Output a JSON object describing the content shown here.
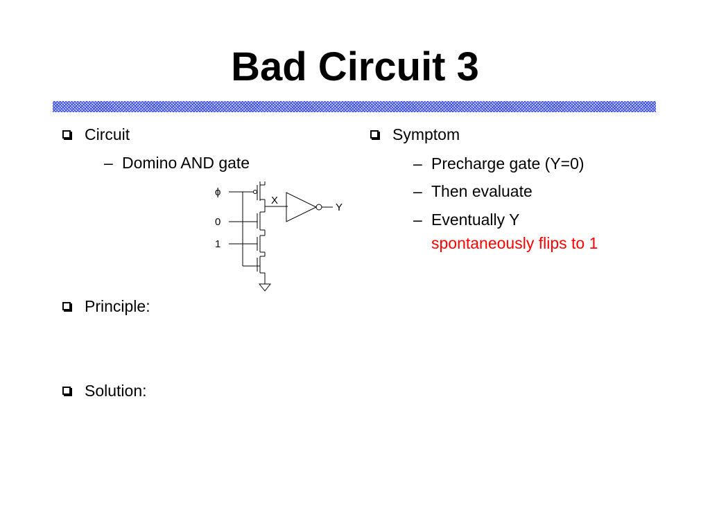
{
  "slide": {
    "title": "Bad Circuit 3"
  },
  "left": {
    "bullets": [
      {
        "label": "Circuit",
        "sub": [
          "Domino AND gate"
        ]
      },
      {
        "label": "Principle:"
      },
      {
        "label": "Solution:"
      }
    ]
  },
  "right": {
    "bullet": "Symptom",
    "sub": [
      "Precharge gate (Y=0)",
      "Then evaluate",
      "Eventually Y"
    ],
    "sub_highlight": "spontaneously flips to 1",
    "highlight_color": "#ff0000"
  },
  "circuit": {
    "clock_label": "ϕ",
    "input_a": "0",
    "input_b": "1",
    "node_label": "X",
    "output_label": "Y"
  }
}
